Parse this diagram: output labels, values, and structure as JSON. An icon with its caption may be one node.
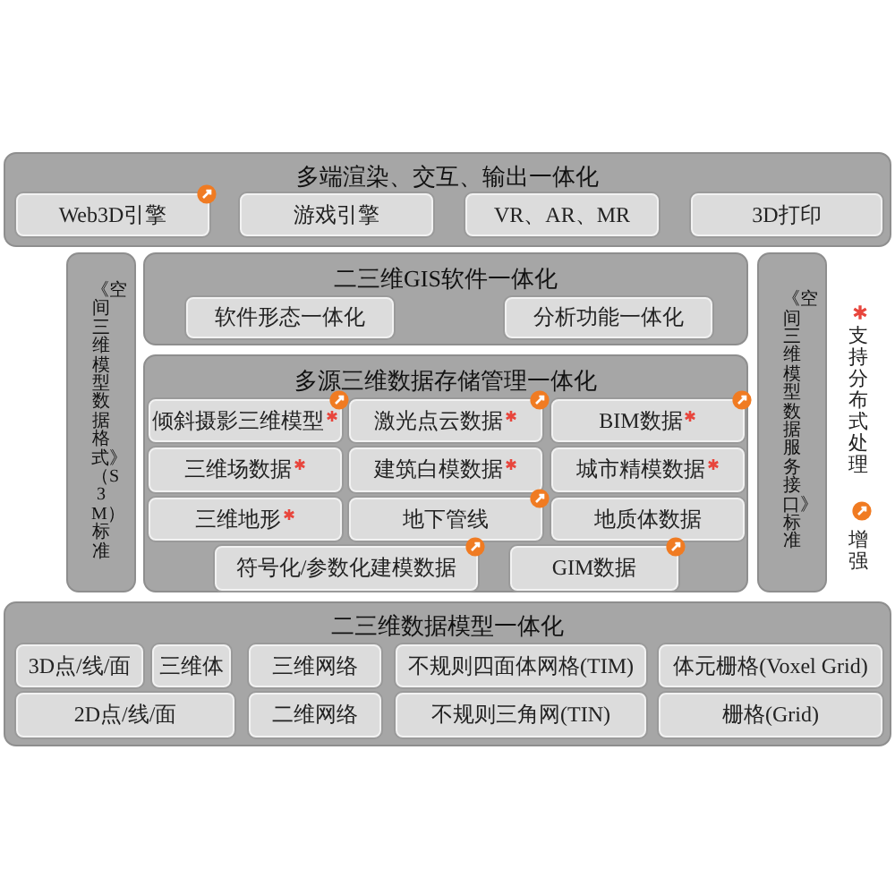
{
  "diagram": {
    "nodes": [
      {
        "text": [
          "多端渲染、交互、输出一体化"
        ]
      },
      {
        "text": [
          "Web3D引擎"
        ],
        "in": 0
      },
      {
        "text": [
          "游戏引擎"
        ],
        "in": 0
      },
      {
        "text": [
          "VR、AR、MR"
        ],
        "in": 0
      },
      {
        "text": [
          "3D打印"
        ],
        "in": 0
      },
      {
        "text": [
          "《空间三维模型数据格式》（S3M）标准"
        ]
      },
      {
        "text": [
          "二三维GIS软件一体化"
        ]
      },
      {
        "text": [
          "软件形态一体化"
        ],
        "in": 6
      },
      {
        "text": [
          "分析功能一体化"
        ],
        "in": 6
      },
      {
        "text": [
          "多源三维数据存储管理一体化"
        ]
      },
      {
        "text": [
          "倾斜摄影三维模型"
        ],
        "in": 9
      },
      {
        "text": [
          "激光点云数据"
        ],
        "in": 9
      },
      {
        "text": [
          "BIM数据"
        ],
        "in": 9
      },
      {
        "text": [
          "三维场数据"
        ],
        "in": 9
      },
      {
        "text": [
          "建筑白模数据"
        ],
        "in": 9
      },
      {
        "text": [
          "城市精模数据"
        ],
        "in": 9
      },
      {
        "text": [
          "三维地形"
        ],
        "in": 9
      },
      {
        "text": [
          "地下管线"
        ],
        "in": 9
      },
      {
        "text": [
          "地质体数据"
        ],
        "in": 9
      },
      {
        "text": [
          "符号化/参数化建模数据"
        ],
        "in": 9
      },
      {
        "text": [
          "GIM数据"
        ],
        "in": 9
      },
      {
        "text": [
          "《空间三维模型数据服务接口》标准"
        ]
      },
      {
        "text": [
          "二三维数据模型一体化"
        ]
      },
      {
        "text": [
          "3D点/线/面"
        ],
        "in": 22
      },
      {
        "text": [
          "三维体"
        ],
        "in": 22
      },
      {
        "text": [
          "三维网络"
        ],
        "in": 22
      },
      {
        "text": [
          "不规则四面体网格(TIM)"
        ],
        "in": 22
      },
      {
        "text": [
          "体元栅格(Voxel Grid)"
        ],
        "in": 22
      },
      {
        "text": [
          "2D点/线/面"
        ],
        "in": 22
      },
      {
        "text": [
          "二维网络"
        ],
        "in": 22
      },
      {
        "text": [
          "不规则三角网(TIN)"
        ],
        "in": 22
      },
      {
        "text": [
          "栅格(Grid)"
        ],
        "in": 22
      }
    ],
    "legend": [
      {
        "text": "支持分布式处理"
      },
      {
        "text": "增强"
      }
    ]
  }
}
